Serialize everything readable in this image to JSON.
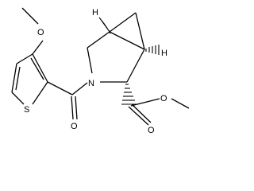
{
  "molecule": {
    "atoms": {
      "h_top": "H",
      "h_right": "H",
      "n": "N",
      "o_methoxy": "O",
      "s": "S",
      "o_carbonyl": "O",
      "o_carbonyl_ester": "O",
      "o_ester": "O"
    },
    "colors": {
      "bond": "#000000",
      "label": "#000000"
    }
  }
}
